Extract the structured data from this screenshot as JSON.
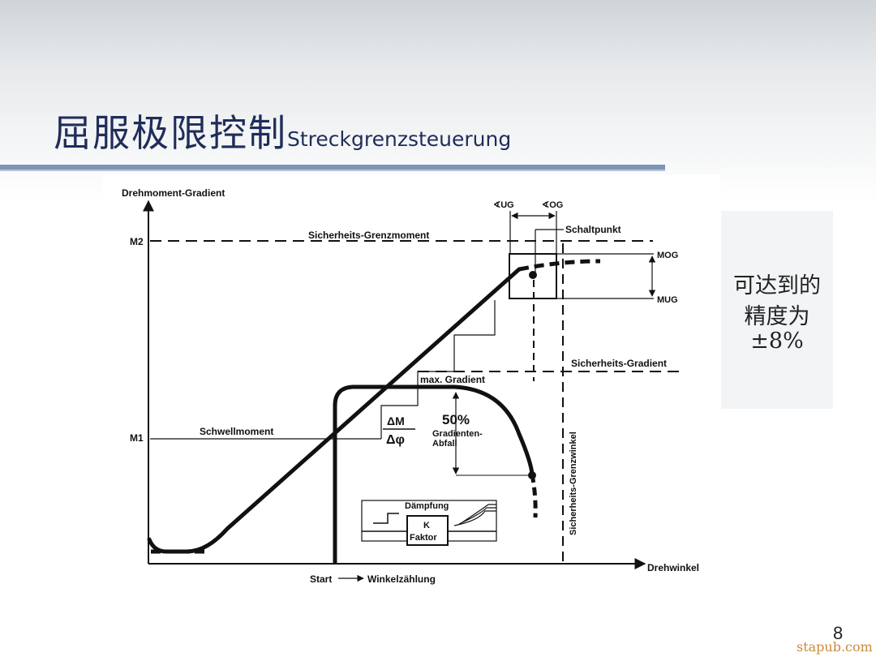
{
  "slide": {
    "title_cn": "屈服极限控制",
    "title_de": "Streckgrenzsteuerung",
    "page_number": "8",
    "watermark": "stapub.com"
  },
  "note": {
    "lines": [
      "可达到的",
      "精度为",
      "±8%"
    ]
  },
  "diagram": {
    "y_axis_label": "Drehmoment-Gradient",
    "x_axis_label": "Drehwinkel",
    "m2_label": "M2",
    "m1_label": "M1",
    "sicherheits_grenzmoment": "Sicherheits-Grenzmoment",
    "schaltpunkt": "Schaltpunkt",
    "angle_ug": "∢UG",
    "angle_og": "∢OG",
    "mog": "MOG",
    "mug": "MUG",
    "sicherheits_gradient": "Sicherheits-Gradient",
    "max_gradient": "max. Gradient",
    "schwellmoment": "Schwellmoment",
    "delta_m": "ΔM",
    "delta_phi": "Δφ",
    "percent_50": "50%",
    "gradienten": "Gradienten-",
    "abfall": "Abfall",
    "daempfung": "Dämpfung",
    "k": "K",
    "faktor": "Faktor",
    "sicherheits_grenzwinkel": "Sicherheits-Grenzwinkel",
    "start": "Start",
    "winkelzaehlung": "Winkelzählung"
  },
  "colors": {
    "title": "#1f2d5a",
    "title_bar": "#7f95b4",
    "ink": "#111111"
  }
}
